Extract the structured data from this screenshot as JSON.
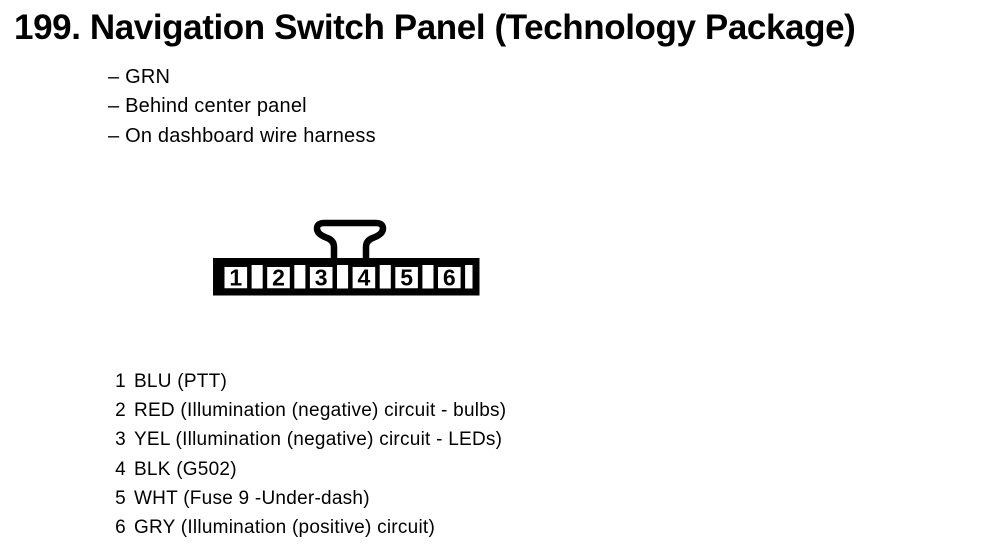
{
  "title": "199. Navigation Switch Panel (Technology Package)",
  "notes": [
    {
      "text": "– GRN"
    },
    {
      "text": "– Behind center panel"
    },
    {
      "text": "– On dashboard wire harness"
    }
  ],
  "connector": {
    "type": "6-cavity connector, latch tab on top",
    "cavities": [
      "1",
      "2",
      "3",
      "4",
      "5",
      "6"
    ]
  },
  "pins": [
    {
      "number": "1",
      "description": "BLU (PTT)"
    },
    {
      "number": "2",
      "description": "RED (Illumination (negative) circuit - bulbs)"
    },
    {
      "number": "3",
      "description": "YEL (Illumination (negative) circuit - LEDs)"
    },
    {
      "number": "4",
      "description": "BLK (G502)"
    },
    {
      "number": "5",
      "description": "WHT (Fuse 9 -Under-dash)"
    },
    {
      "number": "6",
      "description": "GRY (Illumination (positive) circuit)"
    }
  ],
  "colors": {
    "ink": "#000000",
    "background": "#ffffff"
  }
}
